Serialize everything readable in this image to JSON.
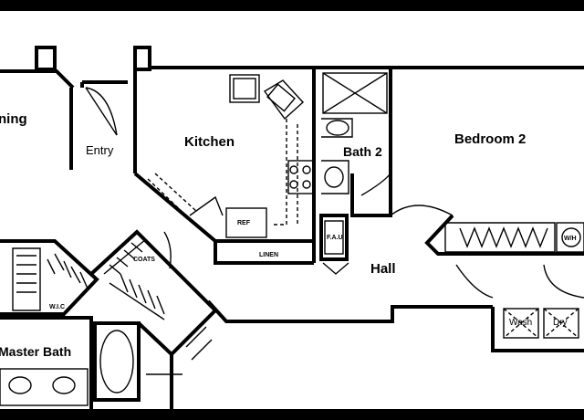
{
  "floorplan": {
    "rooms": {
      "dining": "ning",
      "entry": "Entry",
      "kitchen": "Kitchen",
      "bath2": "Bath 2",
      "bedroom2": "Bedroom 2",
      "hall": "Hall",
      "master_bath": "Master Bath",
      "wic": "W.I.C",
      "coats": "COATS",
      "linen": "LINEN",
      "washer": "Wash",
      "dryer": "Dry",
      "wh": "W/H",
      "ref": "REF",
      "fau": "F.A.U"
    }
  }
}
